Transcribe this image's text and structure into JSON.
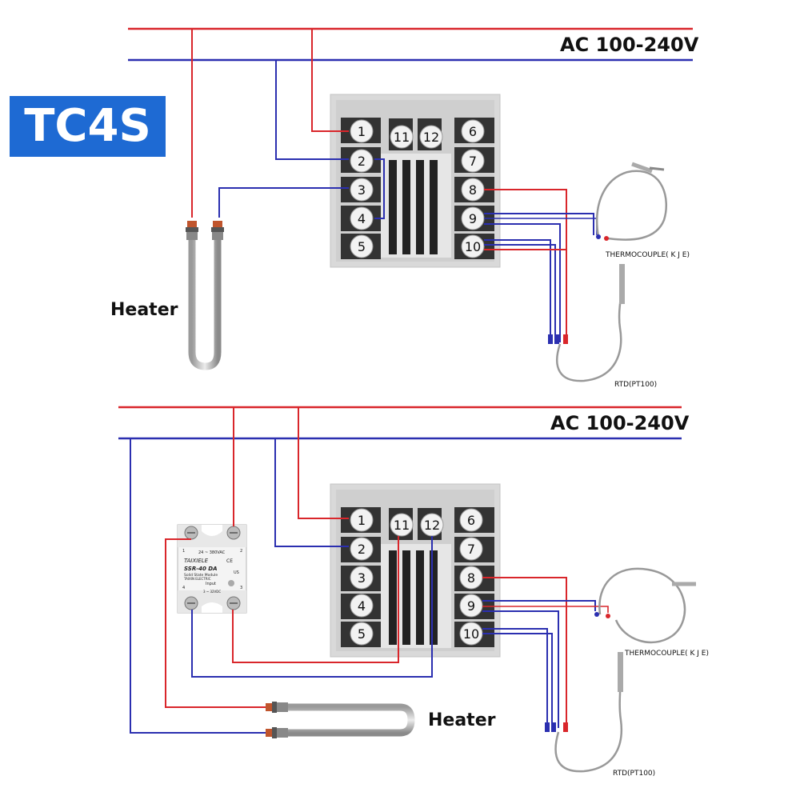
{
  "title_badge": "TC4S",
  "colors": {
    "live_wire": "#d9262b",
    "neutral_wire": "#2b2fb0",
    "badge_blue": "#1e6ad3",
    "controller_body": "#d9d9d9"
  },
  "diagram_top": {
    "power_label": "AC 100-240V",
    "heater_label": "Heater",
    "thermocouple_label": "THERMOCOUPLE( K J E)",
    "rtd_label": "RTD(PT100)",
    "terminals_left": [
      "1",
      "2",
      "3",
      "4",
      "5"
    ],
    "terminals_right": [
      "6",
      "7",
      "8",
      "9",
      "10"
    ],
    "terminals_top": [
      "11",
      "12"
    ]
  },
  "diagram_bottom": {
    "power_label": "AC 100-240V",
    "heater_label": "Heater",
    "thermocouple_label": "THERMOCOUPLE( K J E)",
    "rtd_label": "RTD(PT100)",
    "terminals_left": [
      "1",
      "2",
      "3",
      "4",
      "5"
    ],
    "terminals_right": [
      "6",
      "7",
      "8",
      "9",
      "10"
    ],
    "terminals_top": [
      "11",
      "12"
    ],
    "ssr": {
      "brand": "TAIXIELE",
      "model": "SSR-40 DA",
      "subtitle": "Solid State Module",
      "maker": "TAIXIN ELECTRIC",
      "load_rating": "24 ~ 380VAC",
      "input_label": "Input",
      "input_rating": "3 ~ 32VDC",
      "pin_1": "1",
      "pin_2": "2",
      "pin_3": "3",
      "pin_4": "4",
      "ce_mark": "CE",
      "us_mark": "US"
    }
  }
}
